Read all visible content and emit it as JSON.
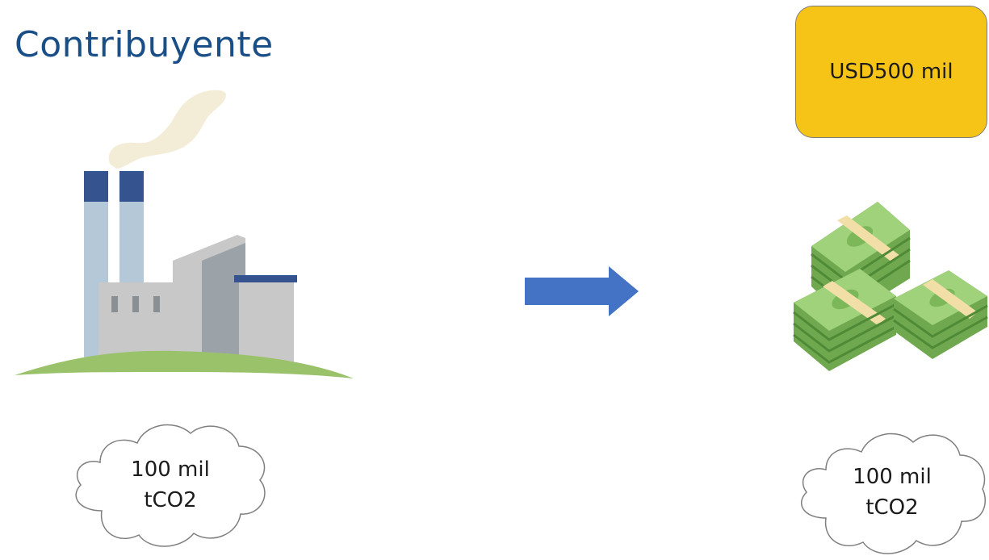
{
  "title": "Contribuyente",
  "price_label": "USD500 mil",
  "left_cloud": {
    "line1": "100 mil",
    "line2": "tCO2"
  },
  "right_cloud": {
    "line1": "100 mil",
    "line2": "tCO2"
  },
  "colors": {
    "title": "#1a4e86",
    "price_box": "#f6c417",
    "arrow": "#4472c4",
    "chimney_cap": "#35548f",
    "grass": "#9ac26a",
    "money": "#8fc66a"
  },
  "icons": [
    "factory-icon",
    "smoke-icon",
    "arrow-right-icon",
    "money-stacks-icon",
    "cloud-icon"
  ]
}
